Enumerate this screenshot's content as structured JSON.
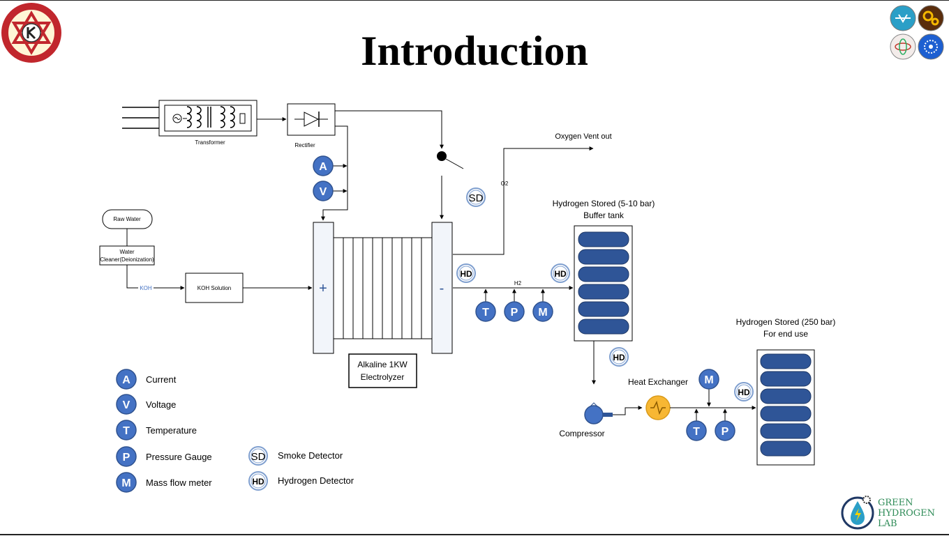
{
  "slide": {
    "title": "Introduction"
  },
  "components": {
    "transformer": "Transformer",
    "rectifier": "Rectifier",
    "oxygen_vent": "Oxygen Vent out",
    "o2": "O2",
    "h2": "H2",
    "raw_water": "Raw Water",
    "water_cleaner_line1": "Water",
    "water_cleaner_line2": "Cleaner(Deionization)",
    "koh": "KOH",
    "koh_solution": "KOH Solution",
    "plus_terminal": "+",
    "minus_terminal": "-",
    "electrolyzer_line1": "Alkaline 1KW",
    "electrolyzer_line2": "Electrolyzer",
    "buffer_tank_line1": "Hydrogen Stored (5-10 bar)",
    "buffer_tank_line2": "Buffer tank",
    "storage_line1": "Hydrogen Stored (250 bar)",
    "storage_line2": "For end use",
    "heat_exchanger": "Heat Exchanger",
    "compressor": "Compressor"
  },
  "symbols": {
    "A": "A",
    "V": "V",
    "T": "T",
    "P": "P",
    "M": "M",
    "SD": "SD",
    "HD": "HD"
  },
  "legend": {
    "current": "Current",
    "voltage": "Voltage",
    "temperature": "Temperature",
    "pressure": "Pressure Gauge",
    "mass_flow": "Mass flow meter",
    "smoke": "Smoke Detector",
    "hydrogen": "Hydrogen Detector"
  },
  "lab_logo": {
    "line1": "GREEN",
    "line2": "HYDROGEN",
    "line3": "LAB"
  },
  "colors": {
    "instrument_fill": "#4472C4",
    "instrument_stroke": "#2F528F",
    "tank_fill": "#2F5597",
    "heat_exchanger": "#F7B733",
    "lab_text": "#2E8B57"
  }
}
